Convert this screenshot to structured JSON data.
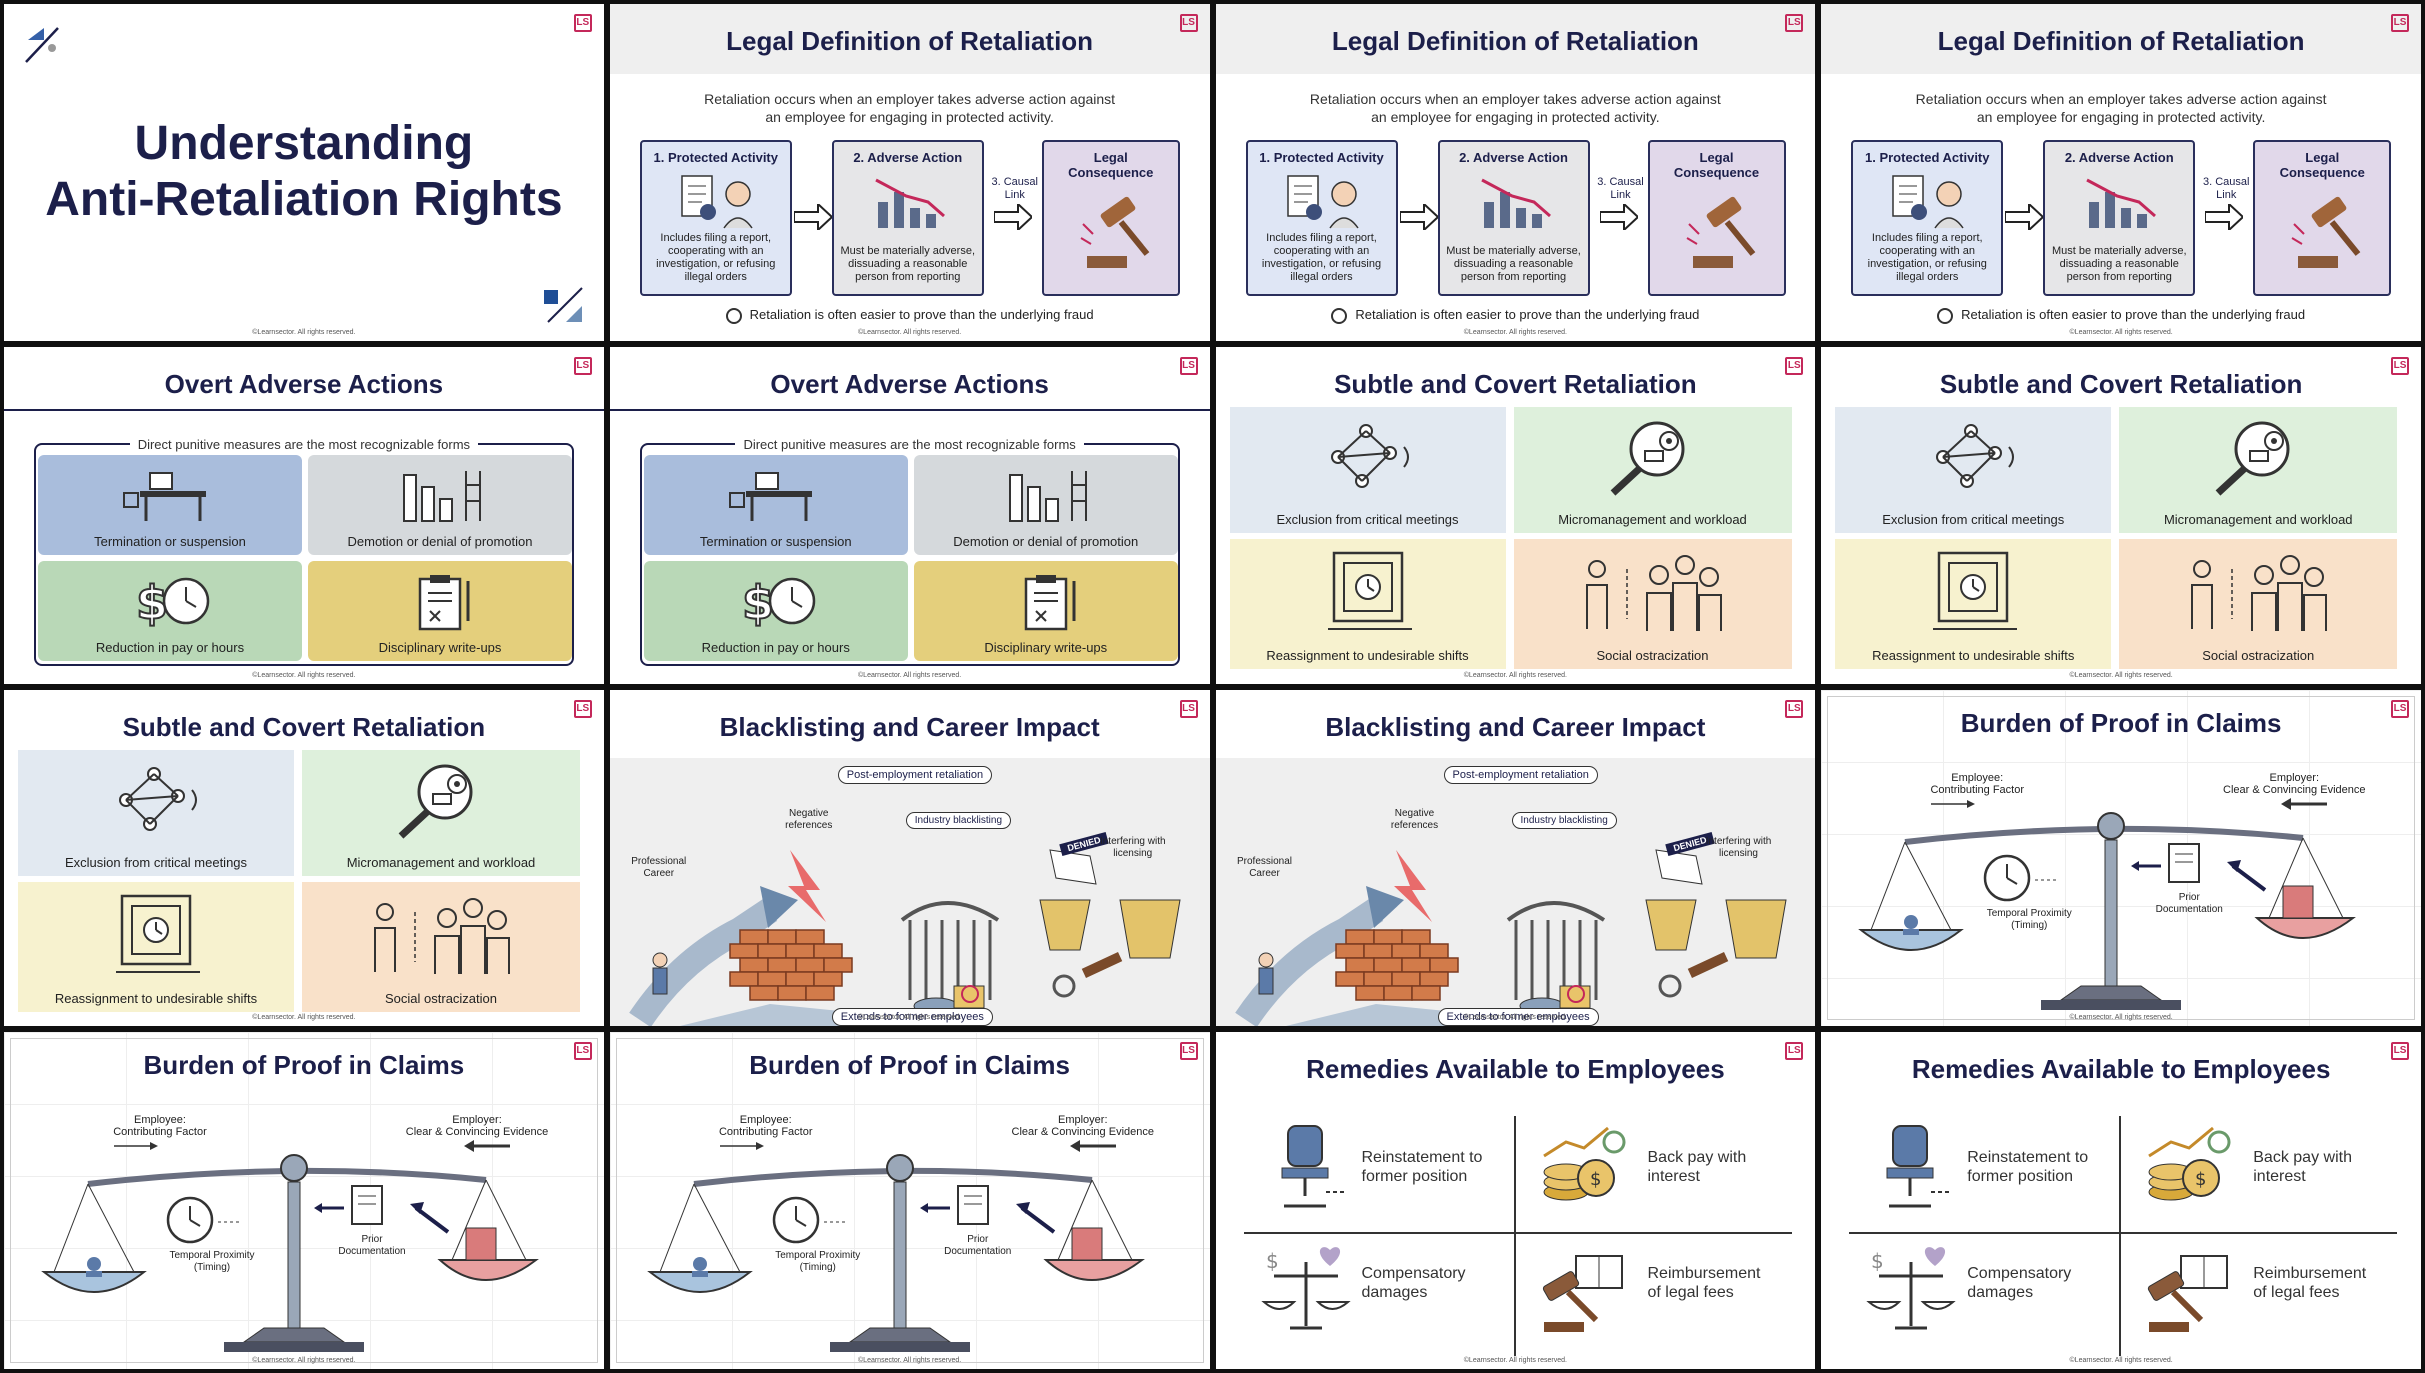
{
  "copyright": "©Learnsector. All rights reserved.",
  "logo_text": "LS",
  "cover": {
    "title_line1": "Understanding",
    "title_line2": "Anti-Retaliation Rights"
  },
  "legal": {
    "title": "Legal Definition of Retaliation",
    "lead_line1": "Retaliation occurs when an employer takes adverse action against",
    "lead_line2": "an employee for engaging in protected activity.",
    "box1_title": "1. Protected Activity",
    "box1_desc": "Includes filing a report, cooperating with an investigation, or refusing illegal orders",
    "box2_title": "2. Adverse Action",
    "box2_desc": "Must be materially adverse, dissuading a reasonable person from reporting",
    "causal": "3. Causal Link",
    "box3_title": "Legal Consequence",
    "note": "Retaliation is often easier to prove than the underlying fraud"
  },
  "overt": {
    "title": "Overt Adverse Actions",
    "caption": "Direct punitive measures are the most recognizable forms",
    "items": [
      "Termination or suspension",
      "Demotion or denial of promotion",
      "Reduction in pay or hours",
      "Disciplinary write-ups"
    ]
  },
  "subtle": {
    "title": "Subtle and Covert Retaliation",
    "items": [
      "Exclusion from critical meetings",
      "Micromanagement and workload",
      "Reassignment to undesirable shifts",
      "Social ostracization"
    ]
  },
  "blacklist": {
    "title": "Blacklisting and Career Impact",
    "post": "Post-employment retaliation",
    "career": "Professional Career",
    "neg": "Negative references",
    "industry": "Industry blacklisting",
    "denied": "DENIED",
    "licensing": "Interfering with licensing",
    "extends": "Extends to former employees"
  },
  "burden": {
    "title": "Burden of Proof in Claims",
    "employee": "Employee:",
    "employee_sub": "Contributing Factor",
    "employer": "Employer:",
    "employer_sub": "Clear & Convincing Evidence",
    "temporal": "Temporal Proximity",
    "timing": "(Timing)",
    "prior": "Prior",
    "documentation": "Documentation"
  },
  "remedies": {
    "title": "Remedies Available to Employees",
    "r1a": "Reinstatement to",
    "r1b": "former position",
    "r2a": "Back pay with",
    "r2b": "interest",
    "r3a": "Compensatory",
    "r3b": "damages",
    "r4a": "Reimbursement",
    "r4b": "of legal fees"
  },
  "colors": {
    "navy": "#1c1f4a",
    "brand": "#c4285a",
    "blue": "#a9bddc",
    "gray": "#d5d9dc",
    "green": "#b9d8b7",
    "gold": "#e4cf7c",
    "pale_blue": "#e2e9f1",
    "pale_green": "#def0dc",
    "pale_yellow": "#f7f2cf",
    "pale_orange": "#f9e1c9"
  }
}
